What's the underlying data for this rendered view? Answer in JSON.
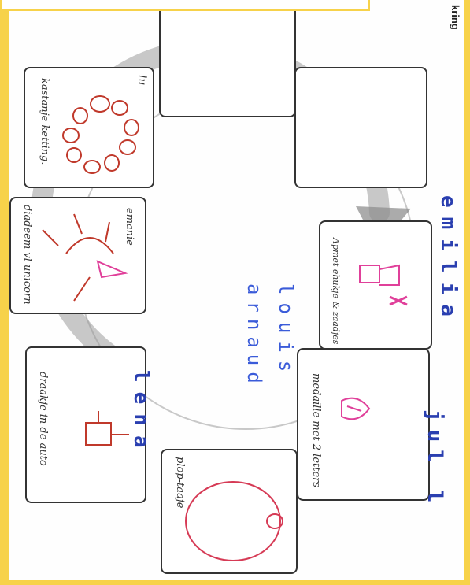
{
  "header": {
    "partial_title": "kring"
  },
  "cards": [
    {
      "id": "lu",
      "name": "lu",
      "caption": "kastanje ketting."
    },
    {
      "id": "emanie",
      "name": "emanie",
      "caption": "diadeem vl unicorn"
    },
    {
      "id": "draakje",
      "caption": "draakje in de auto"
    },
    {
      "id": "plop",
      "caption": "plop-taaje"
    },
    {
      "id": "medaille",
      "caption": "medaille met 2 letters"
    },
    {
      "id": "apmet",
      "caption": "Apmet ehukje & zaadjes"
    }
  ],
  "stamped_names": {
    "emilia": "emilia",
    "jull": "jul l",
    "lena": "lena",
    "louis": "louis",
    "arnaud": "arnaud"
  },
  "colors": {
    "frame": "#f7d24a",
    "stamp_blue": "#2a3fb0",
    "drawing_red": "#c0392b",
    "drawing_pink": "#e0409a",
    "arrow_gray": "#9a9a9a"
  }
}
